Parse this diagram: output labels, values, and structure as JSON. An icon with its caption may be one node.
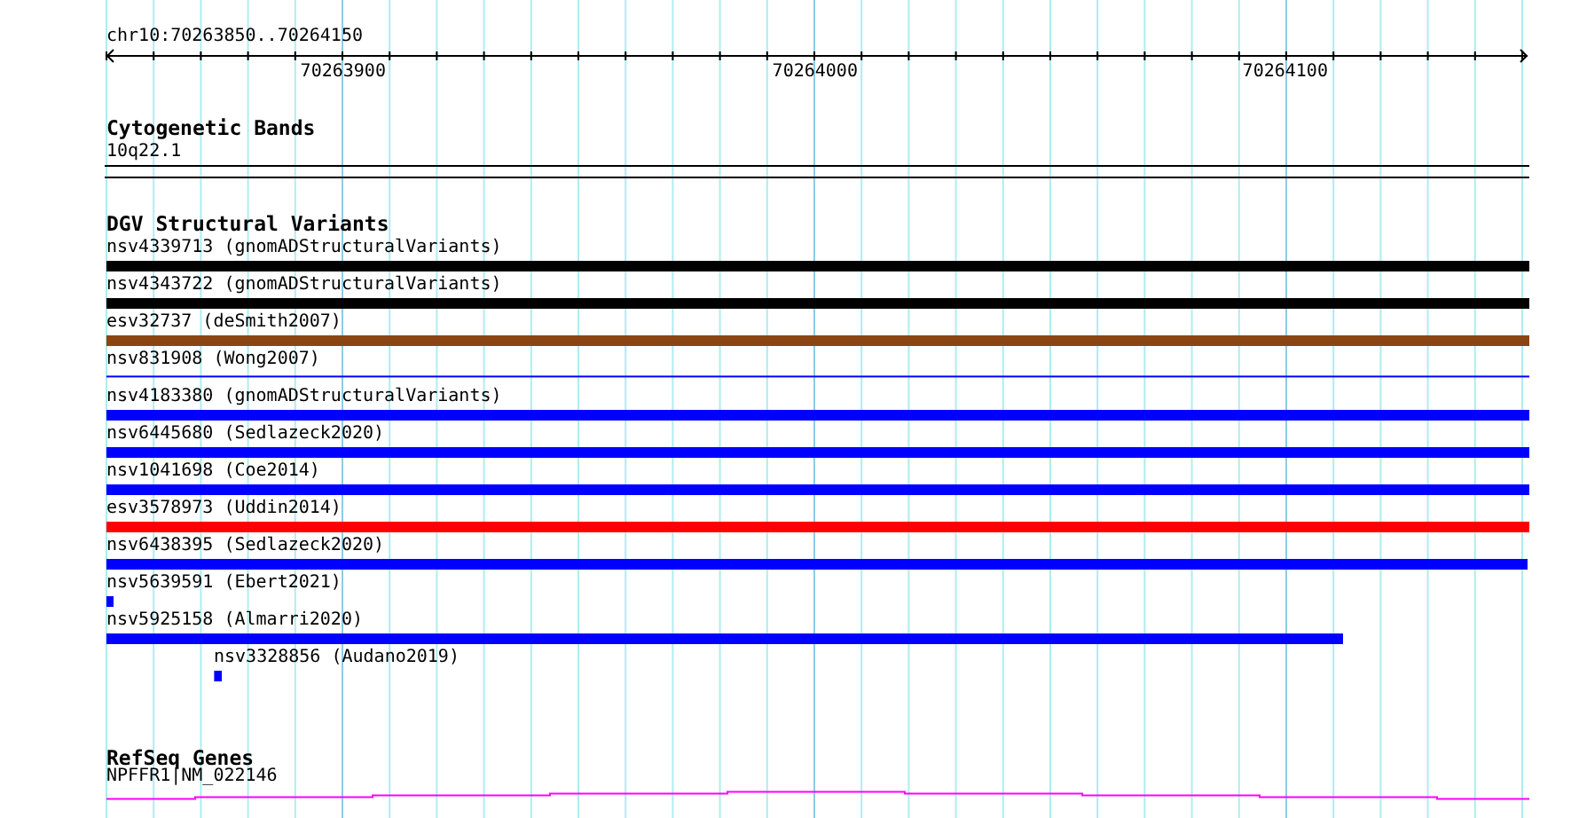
{
  "diagram": {
    "labels": [
      "chr10:70263850..70264150",
      "70263900",
      "70264000",
      "70264100",
      "Cytogenetic Bands",
      "10q22.1",
      "DGV Structural Variants",
      "nsv4339713 (gnomADStructuralVariants)",
      "nsv4343722 (gnomADStructuralVariants)",
      "esv32737 (deSmith2007)",
      "nsv831908 (Wong2007)",
      "nsv4183380 (gnomADStructuralVariants)",
      "nsv6445680 (Sedlazeck2020)",
      "nsv1041698 (Coe2014)",
      "esv3578973 (Uddin2014)",
      "nsv6438395 (Sedlazeck2020)",
      "nsv5639591 (Ebert2021)",
      "nsv5925158 (Almarri2020)",
      "nsv3328856 (Audano2019)",
      "RefSeq Genes",
      "NPFFR1|NM_022146"
    ]
  }
}
